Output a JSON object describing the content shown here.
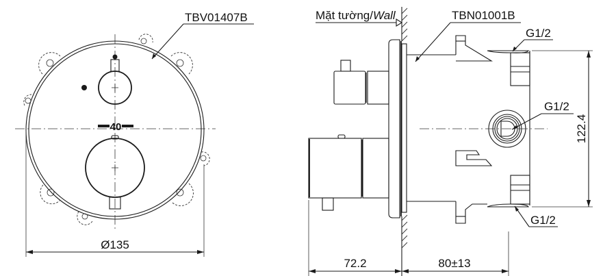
{
  "drawing": {
    "front_view": {
      "part_label": "TBV01407B",
      "spacing_label": "40",
      "diameter_dim": "Ø135"
    },
    "side_view": {
      "wall_label_vi": "Mặt tường/",
      "wall_label_en": "Wall",
      "body_label": "TBN01001B",
      "port_top_label": "G1/2",
      "port_middle_label": "G1/2",
      "port_bottom_label": "G1/2",
      "height_dim": "122.4",
      "depth_front_dim": "72.2",
      "depth_rear_dim": "80±13"
    }
  },
  "colors": {
    "line": "#1a1a1a",
    "background": "#ffffff"
  }
}
